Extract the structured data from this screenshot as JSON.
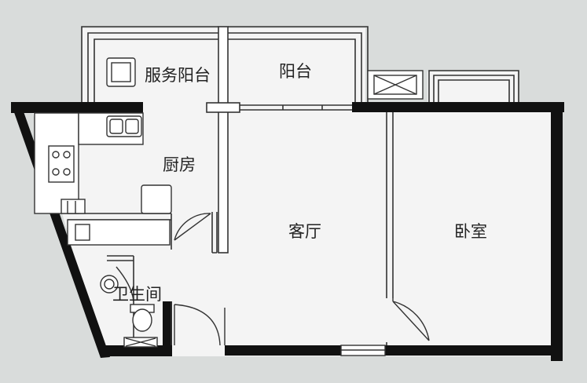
{
  "floorplan": {
    "rooms": {
      "service_balcony": "服务阳台",
      "balcony": "阳台",
      "kitchen": "厨房",
      "living_room": "客厅",
      "bedroom": "卧室",
      "bathroom": "卫生间"
    },
    "colors": {
      "background": "#d9dcdb",
      "floor": "#f4f4f4",
      "wall": "#111111",
      "line": "#333333"
    }
  }
}
